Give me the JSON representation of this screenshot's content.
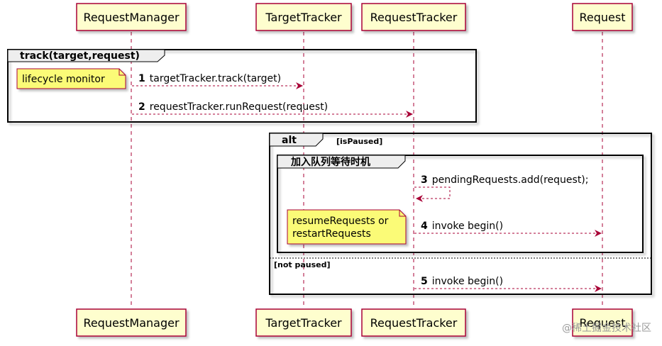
{
  "participants": [
    {
      "id": "rm",
      "label": "RequestManager"
    },
    {
      "id": "tt",
      "label": "TargetTracker"
    },
    {
      "id": "rt",
      "label": "RequestTracker"
    },
    {
      "id": "rq",
      "label": "Request"
    }
  ],
  "groups": {
    "track": {
      "title": "track(target,request)"
    },
    "alt": {
      "title": "alt",
      "guard": "[isPaused]",
      "else_guard": "[not paused]"
    },
    "queue": {
      "title": "加入队列等待时机"
    }
  },
  "messages": [
    {
      "num": "1",
      "text": "targetTracker.track(target)"
    },
    {
      "num": "2",
      "text": "requestTracker.runRequest(request)"
    },
    {
      "num": "3",
      "text": "pendingRequests.add(request);"
    },
    {
      "num": "4",
      "text": "invoke begin()"
    },
    {
      "num": "5",
      "text": "invoke begin()"
    }
  ],
  "notes": {
    "lifecycle": "lifecycle monitor",
    "resume_line1": "resumeRequests or",
    "resume_line2": "restartRequests"
  },
  "watermark": "@稀土掘金技术社区",
  "colors": {
    "participant_fill": "#FEFECE",
    "participant_border": "#A80036",
    "arrow": "#A80036",
    "note_fill": "#FBFB77",
    "note_border": "#A80036",
    "frame_tab_fill": "#EEEEEE"
  }
}
